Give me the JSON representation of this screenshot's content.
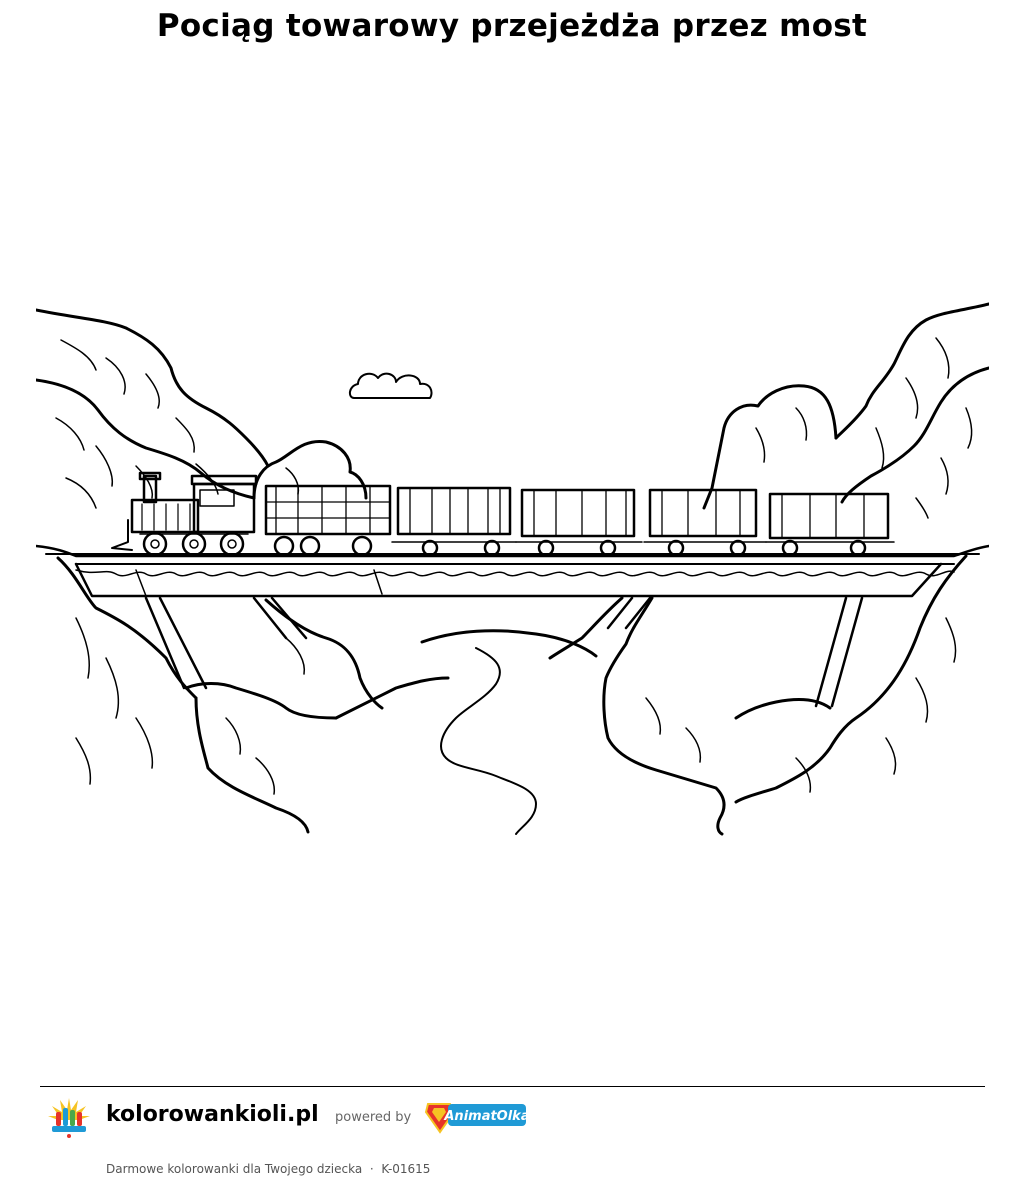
{
  "header": {
    "title": "Pociąg towarowy przejeżdża przez most"
  },
  "illustration": {
    "subject": "coloring-page-train-on-bridge",
    "line_color": "#000000",
    "background": "#ffffff"
  },
  "footer": {
    "site_name": "kolorowankioli.pl",
    "powered_by": "powered by",
    "partner_logo_text": "AnimatOlka",
    "tagline": "Darmowe kolorowanki dla Twojego dziecka",
    "separator": "·",
    "code": "K-01615",
    "brand_colors": {
      "red": "#e63329",
      "yellow": "#f6c323",
      "blue": "#1f9ad6",
      "green": "#4aa84a"
    }
  }
}
